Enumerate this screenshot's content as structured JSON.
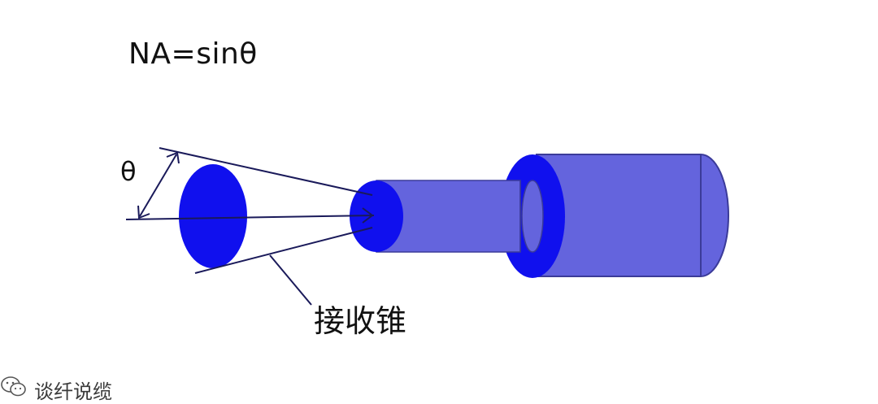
{
  "formula": "NA=sinθ",
  "angle_symbol": "θ",
  "cone_label": "接收锥",
  "watermark": {
    "text": "谈纤说缆",
    "icon": "wechat-icon"
  },
  "colors": {
    "ellipse_blue": "#1010ee",
    "fiber_body": "#6464dd",
    "line": "#1a1a5a",
    "outline": "#3b3b99"
  }
}
